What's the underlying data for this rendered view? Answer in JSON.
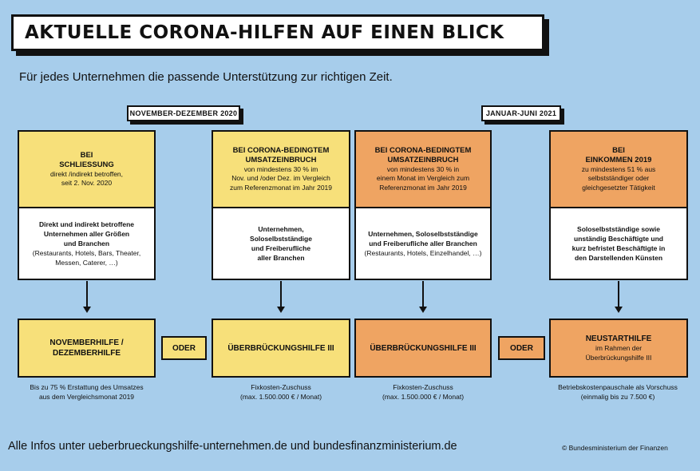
{
  "header": {
    "title": "AKTUELLE CORONA-HILFEN AUF EINEN BLICK",
    "subtitle": "Für jedes Unternehmen die passende Unterstützung zur richtigen Zeit."
  },
  "periods": {
    "left": "NOVEMBER-DEZEMBER 2020",
    "right": "JANUAR-JUNI 2021"
  },
  "columns": [
    {
      "color": "#f7e07a",
      "head_title": [
        "BEI",
        "SCHLIESSUNG"
      ],
      "head_text": [
        "direkt /indirekt betroffen,",
        "seit 2. Nov. 2020"
      ],
      "body_bold": [
        "Direkt und indirekt betroffene",
        "Unternehmen aller Größen",
        "und Branchen"
      ],
      "body_text": [
        "(Restaurants, Hotels, Bars, Theater,",
        "Messen, Caterer, …)"
      ],
      "result_color": "#f7e07a",
      "result_title": [
        "NOVEMBERHILFE /",
        "DEZEMBERHILFE"
      ],
      "result_text": [],
      "note": [
        "Bis zu 75 % Erstattung des Umsatzes",
        "aus dem Vergleichsmonat 2019"
      ]
    },
    {
      "color": "#f7e07a",
      "head_title": [
        "BEI CORONA-BEDINGTEM",
        "UMSATZEINBRUCH"
      ],
      "head_text": [
        "von mindestens 30 % im",
        "Nov. und /oder Dez. im Vergleich",
        "zum Referenzmonat im Jahr 2019"
      ],
      "body_bold": [
        "Unternehmen,",
        "Soloselbstständige",
        "und Freiberufliche",
        "aller Branchen"
      ],
      "body_text": [],
      "result_color": "#f7e07a",
      "result_title": [
        "ÜBERBRÜCKUNGSHILFE III"
      ],
      "result_text": [],
      "note": [
        "Fixkosten-Zuschuss",
        "(max. 1.500.000 € / Monat)"
      ]
    },
    {
      "color": "#efa462",
      "head_title": [
        "BEI CORONA-BEDINGTEM",
        "UMSATZEINBRUCH"
      ],
      "head_text": [
        "von mindestens 30 % in",
        "einem Monat im Vergleich zum",
        "Referenzmonat im Jahr 2019"
      ],
      "body_bold": [
        "Unternehmen, Soloselbstständige",
        "und Freiberufliche aller Branchen"
      ],
      "body_text": [
        "(Restaurants, Hotels, Einzelhandel, …)"
      ],
      "result_color": "#efa462",
      "result_title": [
        "ÜBERBRÜCKUNGSHILFE III"
      ],
      "result_text": [],
      "note": [
        "Fixkosten-Zuschuss",
        "(max. 1.500.000 € / Monat)"
      ]
    },
    {
      "color": "#efa462",
      "head_title": [
        "BEI",
        "EINKOMMEN 2019"
      ],
      "head_text": [
        "zu mindestens 51 % aus",
        "selbstständiger oder",
        "gleichgesetzter Tätigkeit"
      ],
      "body_bold": [
        "Soloselbstständige sowie",
        "unständig Beschäftigte und",
        "kurz befristet Beschäftigte in",
        "den Darstellenden Künsten"
      ],
      "body_text": [],
      "result_color": "#efa462",
      "result_title": [
        "NEUSTARTHILFE"
      ],
      "result_text": [
        "im Rahmen der",
        "Überbrückungshilfe III"
      ],
      "note": [
        "Betriebskostenpauschale als Vorschuss",
        "(einmalig bis zu 7.500 €)"
      ]
    }
  ],
  "oder": [
    {
      "label": "ODER",
      "color": "#f7e07a"
    },
    {
      "label": "ODER",
      "color": "#efa462"
    }
  ],
  "footer": {
    "text": "Alle Infos unter ueberbrueckungshilfe-unternehmen.de und bundesfinanzministerium.de",
    "copyright": "© Bundesministerium der Finanzen"
  }
}
